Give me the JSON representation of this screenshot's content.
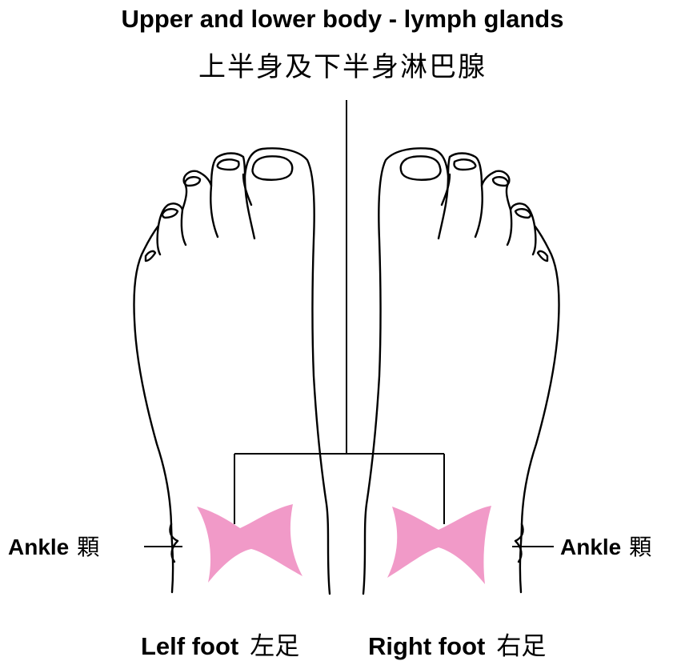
{
  "title": "Upper and lower body - lymph glands",
  "title_zh": "上半身及下半身淋巴腺",
  "ankle_left": {
    "label": "Ankle",
    "label_zh": "顆"
  },
  "ankle_right": {
    "label": "Ankle",
    "label_zh": "顆"
  },
  "left_foot": {
    "label": "Lelf foot",
    "label_zh": "左足"
  },
  "right_foot": {
    "label": "Right foot",
    "label_zh": "右足"
  },
  "colors": {
    "reflex_zone": "#f19ac8",
    "line": "#000000",
    "background": "#ffffff"
  },
  "icons": [
    "left-foot-outline-icon",
    "right-foot-outline-icon",
    "lymph-zone-icon"
  ]
}
